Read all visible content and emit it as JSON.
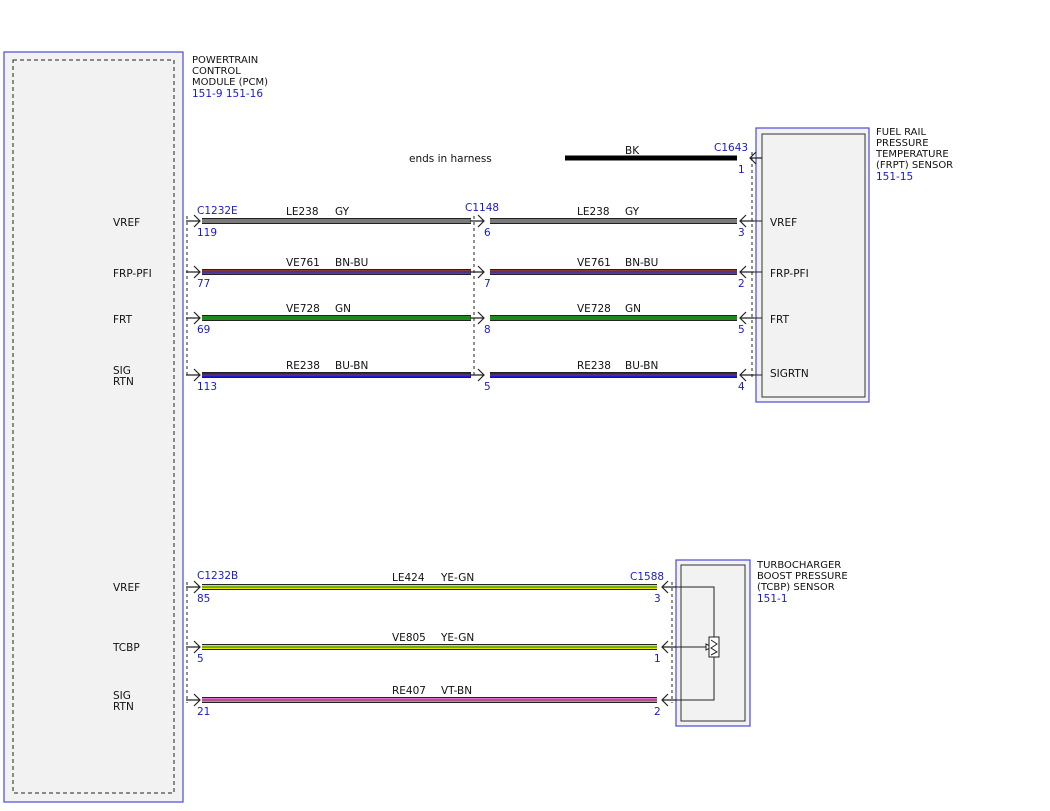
{
  "pcm": {
    "title_lines": [
      "POWERTRAIN",
      "CONTROL",
      "MODULE (PCM)"
    ],
    "refs": "151-9  151-16",
    "pins": {
      "vref1": "VREF",
      "frp_pfi": "FRP-PFI",
      "frt": "FRT",
      "sigrtn1_a": "SIG",
      "sigrtn1_b": "RTN",
      "vref2": "VREF",
      "tcbp": "TCBP",
      "sigrtn2_a": "SIG",
      "sigrtn2_b": "RTN"
    }
  },
  "frpt": {
    "title_lines": [
      "FUEL RAIL",
      "PRESSURE",
      "TEMPERATURE",
      "(FRPT) SENSOR"
    ],
    "refs": "151-15",
    "pins": {
      "vref": "VREF",
      "frp_pfi": "FRP-PFI",
      "frt": "FRT",
      "sigrtn": "SIGRTN"
    }
  },
  "tcbp": {
    "title_lines": [
      "TURBOCHARGER",
      "BOOST PRESSURE",
      "(TCBP) SENSOR"
    ],
    "refs": "151-1"
  },
  "connectors": {
    "c1232e": "C1232E",
    "c1148": "C1148",
    "c1643": "C1643",
    "c1232b": "C1232B",
    "c1588": "C1588"
  },
  "harness_note": "ends in harness",
  "bk_wire": {
    "color_code": "BK",
    "pin": "1"
  },
  "wires_upper": [
    {
      "circuit": "LE238",
      "color_code": "GY",
      "pin_pcm": "119",
      "pin_mid": "6",
      "pin_sensor": "3",
      "color": "#7a7a7a",
      "stripe": "#7a7a7a"
    },
    {
      "circuit": "VE761",
      "color_code": "BN-BU",
      "pin_pcm": "77",
      "pin_mid": "7",
      "pin_sensor": "2",
      "color": "#8b3a3a",
      "stripe": "#2a2ad0"
    },
    {
      "circuit": "VE728",
      "color_code": "GN",
      "pin_pcm": "69",
      "pin_mid": "8",
      "pin_sensor": "5",
      "color": "#1f8a1f",
      "stripe": "#1f8a1f"
    },
    {
      "circuit": "RE238",
      "color_code": "BU-BN",
      "pin_pcm": "113",
      "pin_mid": "5",
      "pin_sensor": "4",
      "color": "#1a1ad0",
      "stripe": "#7a3a3a"
    }
  ],
  "wires_lower": [
    {
      "circuit": "LE424",
      "color_code": "YE-GN",
      "pin_pcm": "85",
      "pin_sensor": "3",
      "color": "#e6e600",
      "stripe": "#2e8b2e"
    },
    {
      "circuit": "VE805",
      "color_code": "YE-GN",
      "pin_pcm": "5",
      "pin_sensor": "1",
      "color": "#e6e600",
      "stripe": "#2e8b2e"
    },
    {
      "circuit": "RE407",
      "color_code": "VT-BN",
      "pin_pcm": "21",
      "pin_sensor": "2",
      "color": "#e070d8",
      "stripe": "#8b4a4a"
    }
  ],
  "colors": {
    "module_border": "#4a4ad8",
    "label_blue": "#1a1acc"
  }
}
